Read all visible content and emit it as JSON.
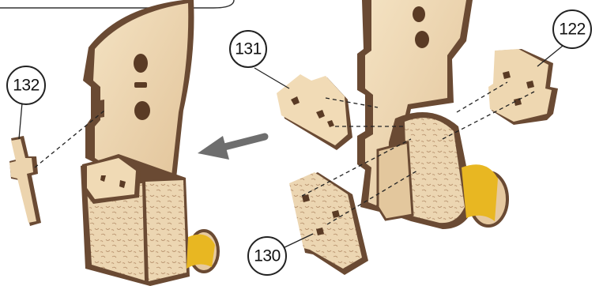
{
  "callouts": [
    {
      "id": "131",
      "label": "131"
    },
    {
      "id": "122",
      "label": "122"
    },
    {
      "id": "132",
      "label": "132"
    },
    {
      "id": "130",
      "label": "130"
    }
  ],
  "colors": {
    "wood_face": "#e9cfa6",
    "wood_light": "#f3dfbd",
    "wood_edge": "#6a4a33",
    "engraving": "#cdb08a",
    "yellow_band": "#e8b722",
    "arrow": "#6e6e6e"
  },
  "icons": [
    "assembly-direction-arrow",
    "callout-circle",
    "leader-line"
  ]
}
